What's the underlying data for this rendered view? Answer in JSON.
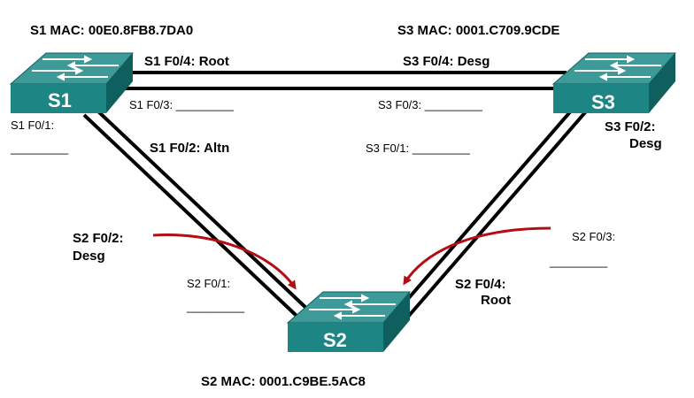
{
  "switches": {
    "s1": {
      "name": "S1",
      "mac_label": "S1 MAC:  00E0.8FB8.7DA0"
    },
    "s2": {
      "name": "S2",
      "mac_label": "S2 MAC: 0001.C9BE.5AC8"
    },
    "s3": {
      "name": "S3",
      "mac_label": "S3 MAC:  0001.C709.9CDE"
    }
  },
  "ports": {
    "s1_f04": "S1 F0/4: Root",
    "s3_f04": "S3 F0/4: Desg",
    "s1_f03": "S1 F0/3: _________",
    "s3_f03": "S3 F0/3: _________",
    "s1_f01_name": "S1 F0/1:",
    "s1_f01_blank": "_________",
    "s1_f02": "S1 F0/2: Altn",
    "s3_f01": "S3 F0/1: _________",
    "s3_f02_name": "S3 F0/2:",
    "s3_f02_role": "Desg",
    "s2_f02_name": "S2 F0/2:",
    "s2_f02_role": "Desg",
    "s2_f03_name": "S2 F0/3:",
    "s2_f03_blank": "_________",
    "s2_f01_name": "S2 F0/1:",
    "s2_f01_blank": "_________",
    "s2_f04_name": "S2 F0/4:",
    "s2_f04_role": "Root"
  },
  "colors": {
    "switch_top": "#3d9a98",
    "switch_front": "#1d8583",
    "switch_side": "#0e5f5e",
    "link": "#000000",
    "arrow": "#b40d14"
  }
}
